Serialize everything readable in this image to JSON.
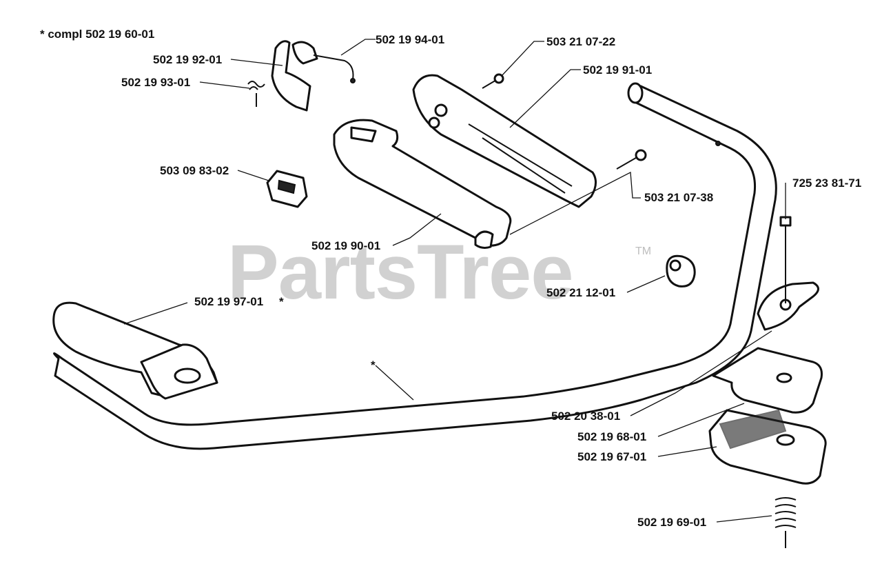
{
  "watermark": {
    "brand": "PartsTree",
    "trademark": "TM"
  },
  "note": "*  compl 502 19 60-01",
  "labels": {
    "p502199401": "502 19 94-01",
    "p502199201": "502 19 92-01",
    "p502199301": "502 19 93-01",
    "p503210722": "503 21 07-22",
    "p502199101": "502 19 91-01",
    "p503098302": "503 09 83-02",
    "p503210738": "503 21 07-38",
    "p725238171": "725 23 81-71",
    "p502199001": "502 19 90-01",
    "p502211201": "502 21 12-01",
    "p502199701": "502 19 97-01",
    "p502199701_star": "*",
    "handlebar_star": "*",
    "p502203801": "502 20 38-01",
    "p502196801": "502 19 68-01",
    "p502196701": "502 19 67-01",
    "p502196901": "502 19 69-01"
  }
}
